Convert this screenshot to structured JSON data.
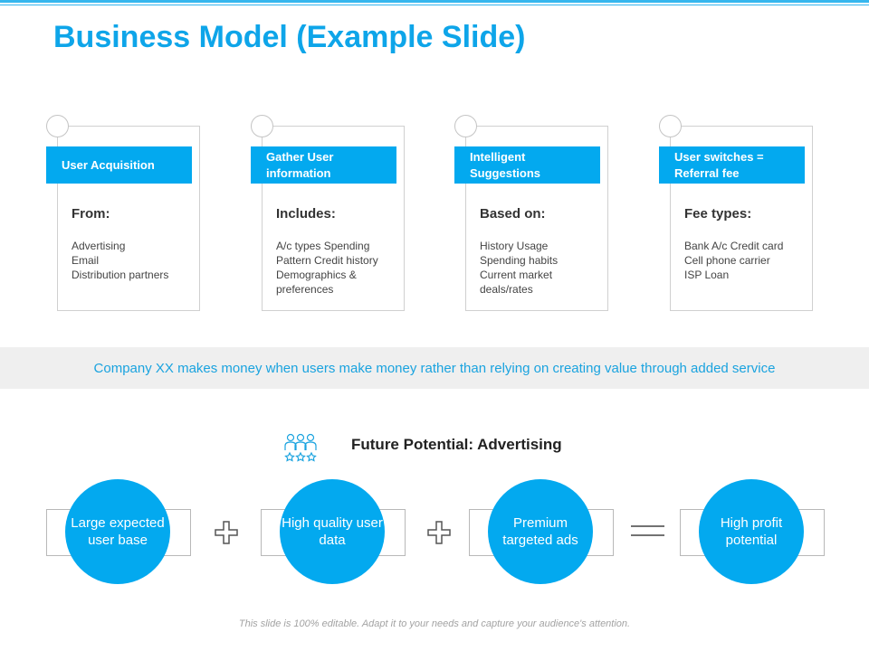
{
  "slide": {
    "title": "Business Model (Example Slide)",
    "accent_color": "#03a9ef"
  },
  "cards": [
    {
      "banner": "User Acquisition",
      "heading": "From:",
      "items": [
        "Advertising",
        "Email",
        "Distribution partners"
      ]
    },
    {
      "banner": "Gather User information",
      "heading": "Includes:",
      "items": [
        "A/c types Spending",
        "Pattern Credit history",
        "Demographics &",
        "preferences"
      ]
    },
    {
      "banner": "Intelligent Suggestions",
      "heading": "Based on:",
      "items": [
        "History Usage",
        "Spending habits",
        "Current market",
        "deals/rates"
      ]
    },
    {
      "banner": "User switches = Referral fee",
      "heading": "Fee types:",
      "items": [
        "Bank A/c Credit card",
        "Cell phone carrier",
        "ISP Loan"
      ]
    }
  ],
  "band": {
    "text": "Company XX makes money when users make money rather than relying on creating value through added service"
  },
  "future": {
    "icon": "users-icon",
    "title": "Future Potential: Advertising"
  },
  "equation": {
    "items": [
      {
        "label": "Large expected user base"
      },
      {
        "label": "High quality user data"
      },
      {
        "label": "Premium targeted ads"
      },
      {
        "label": "High profit potential"
      }
    ],
    "operators": [
      "plus",
      "plus",
      "equals"
    ]
  },
  "footer": {
    "text": "This slide is 100% editable. Adapt it to your needs and capture your audience's attention."
  }
}
